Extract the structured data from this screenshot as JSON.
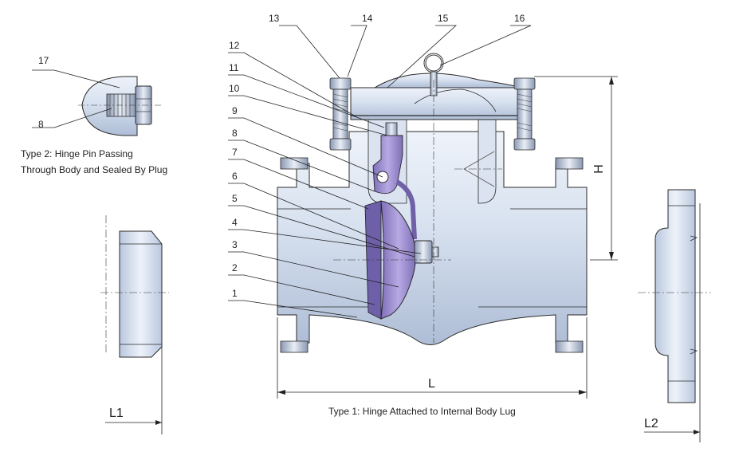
{
  "diagram": {
    "callouts": [
      "1",
      "2",
      "3",
      "4",
      "5",
      "6",
      "7",
      "8",
      "9",
      "10",
      "11",
      "12",
      "13",
      "14",
      "15",
      "16",
      "17"
    ],
    "type2_callouts": {
      "top": "17",
      "bottom": "8"
    },
    "caption_type2_line1": "Type 2: Hinge Pin Passing",
    "caption_type2_line2": "Through Body and Sealed By Plug",
    "caption_type1": "Type 1: Hinge Attached to Internal Body Lug",
    "dim_L": "L",
    "dim_H": "H",
    "dim_L1": "L1",
    "dim_L2": "L2",
    "colors": {
      "body_light": "#dfe7f3",
      "body_mid": "#b9c7de",
      "body_dark": "#8fa1bf",
      "disc": "#9e8fcf",
      "outline": "#2a2a2a"
    }
  }
}
